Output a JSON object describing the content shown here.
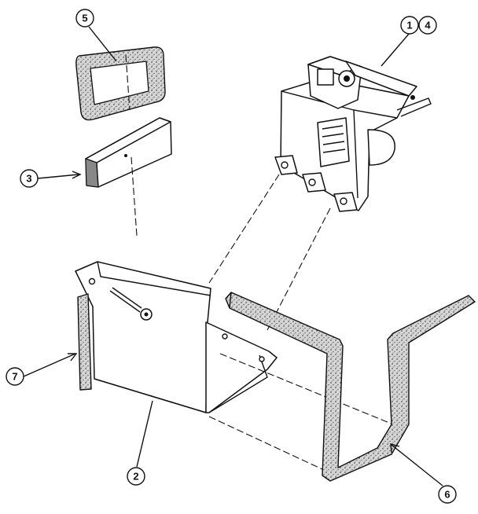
{
  "callouts": [
    {
      "id": "c1",
      "label": "1"
    },
    {
      "id": "c4",
      "label": "4"
    },
    {
      "id": "c5",
      "label": "5"
    },
    {
      "id": "c3",
      "label": "3"
    },
    {
      "id": "c7",
      "label": "7"
    },
    {
      "id": "c2",
      "label": "2"
    },
    {
      "id": "c6",
      "label": "6"
    }
  ],
  "colors": {
    "ink": "#111111",
    "foam": "#cfcfcf",
    "paper": "#ffffff"
  }
}
